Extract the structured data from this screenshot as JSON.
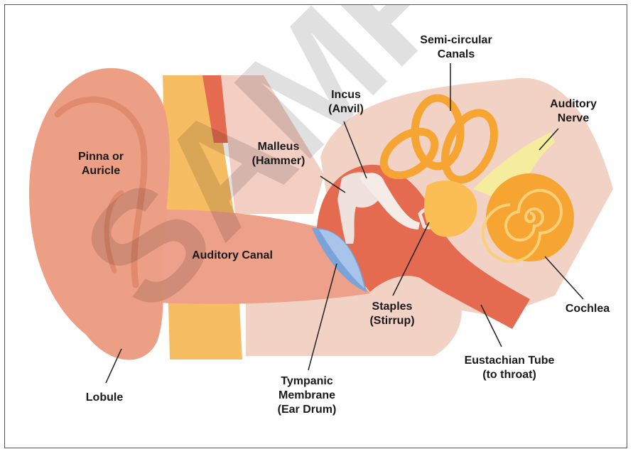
{
  "labels": {
    "pinna": "Pinna or\nAuricle",
    "lobule": "Lobule",
    "auditory_canal": "Auditory Canal",
    "malleus": "Malleus\n(Hammer)",
    "incus": "Incus\n(Anvil)",
    "semicircular": "Semi-circular\nCanals",
    "auditory_nerve": "Auditory\nNerve",
    "cochlea": "Cochlea",
    "staples": "Staples\n(Stirrup)",
    "eustachian": "Eustachian Tube\n(to throat)",
    "tympanic": "Tympanic\nMembrane\n(Ear Drum)"
  },
  "watermark": "SAMPLE",
  "colors": {
    "skin": "#ec9f85",
    "skin_dark": "#e08a6e",
    "tissue": "#f3cfc3",
    "canal_yellow": "#f7bd63",
    "red": "#e46a50",
    "bone": "#efe1dc",
    "inner_orange": "#f7a532",
    "inner_light": "#fcc860",
    "drum": "#7aa3d8",
    "nerve": "#f6ec9e"
  }
}
